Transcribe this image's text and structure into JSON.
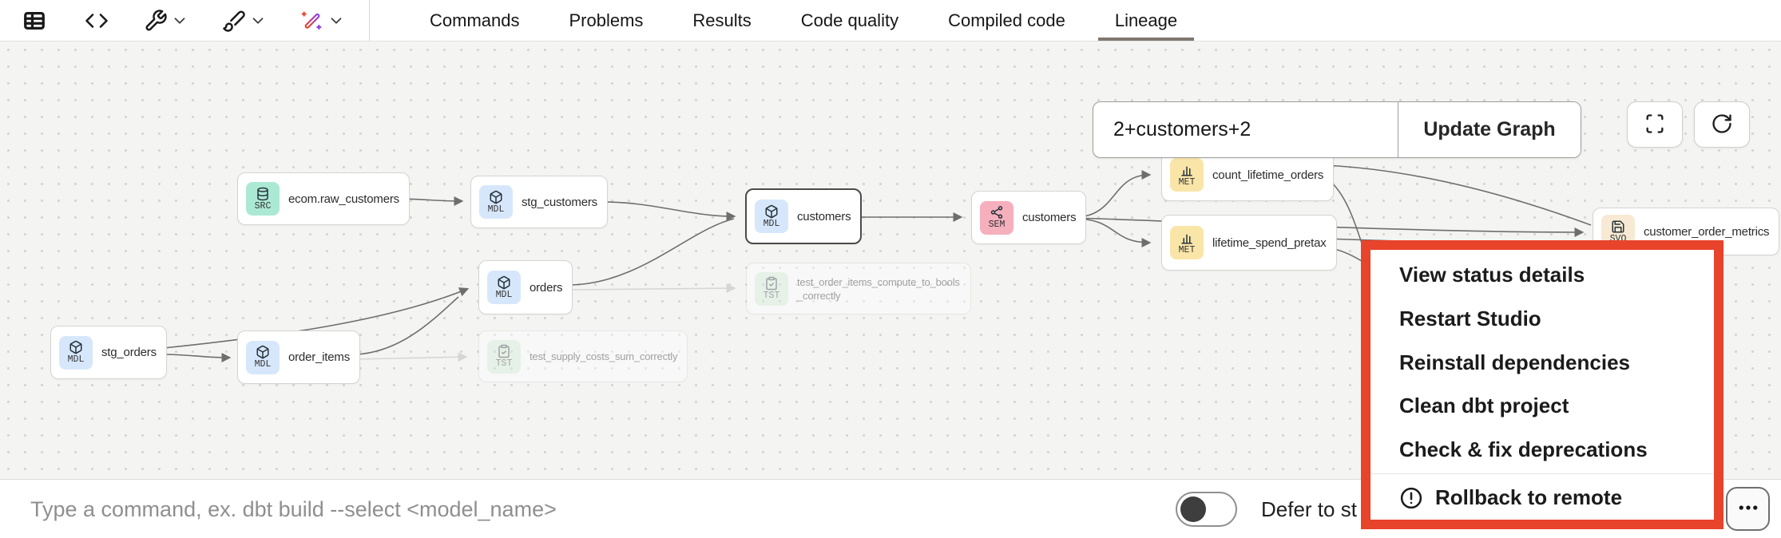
{
  "toolbar": {
    "icons": [
      "table-icon",
      "code-icon",
      "wrench-icon",
      "clean-icon",
      "magic-wand-icon",
      "chevron-down-icon"
    ],
    "tabs": [
      {
        "label": "Commands",
        "active": false
      },
      {
        "label": "Problems",
        "active": false
      },
      {
        "label": "Results",
        "active": false
      },
      {
        "label": "Code quality",
        "active": false
      },
      {
        "label": "Compiled code",
        "active": false
      },
      {
        "label": "Lineage",
        "active": true
      }
    ]
  },
  "lineage": {
    "filter_value": "2+customers+2",
    "update_button_label": "Update Graph",
    "control_icons": [
      "fullscreen-icon",
      "refresh-icon"
    ],
    "nodes": [
      {
        "id": "ecom-raw-customers",
        "badge": "SRC",
        "type": "source",
        "label": "ecom.raw_customers"
      },
      {
        "id": "stg-customers",
        "badge": "MDL",
        "type": "model",
        "label": "stg_customers"
      },
      {
        "id": "customers-model",
        "badge": "MDL",
        "type": "model",
        "label": "customers",
        "selected": true
      },
      {
        "id": "customers-semantic",
        "badge": "SEM",
        "type": "semantic",
        "label": "customers"
      },
      {
        "id": "count-lifetime-orders",
        "badge": "MET",
        "type": "metric",
        "label": "count_lifetime_orders"
      },
      {
        "id": "lifetime-spend-pretax",
        "badge": "MET",
        "type": "metric",
        "label": "lifetime_spend_pretax"
      },
      {
        "id": "customer-order-metrics",
        "badge": "SVQ",
        "type": "saved-query",
        "label": "customer_order_metrics"
      },
      {
        "id": "test-order-items",
        "badge": "TST",
        "type": "test",
        "label": "test_order_items_compute_to_bools\n_correctly",
        "faded": true
      },
      {
        "id": "test-supply-costs",
        "badge": "TST",
        "type": "test",
        "label": "test_supply_costs_sum_correctly",
        "faded": true
      },
      {
        "id": "orders",
        "badge": "MDL",
        "type": "model",
        "label": "orders"
      },
      {
        "id": "stg-orders",
        "badge": "MDL",
        "type": "model",
        "label": "stg_orders"
      },
      {
        "id": "order-items",
        "badge": "MDL",
        "type": "model",
        "label": "order_items"
      }
    ]
  },
  "context_menu": {
    "items": [
      {
        "label": "View status details"
      },
      {
        "label": "Restart Studio"
      },
      {
        "label": "Reinstall dependencies"
      },
      {
        "label": "Clean dbt project"
      },
      {
        "label": "Check & fix deprecations"
      },
      {
        "label": "Rollback to remote",
        "icon": "alert-circle-icon",
        "divider_before": true
      }
    ],
    "highlight_color": "#e8432b"
  },
  "bottom_bar": {
    "command_placeholder": "Type a command, ex. dbt build --select <model_name>",
    "defer_label": "Defer to st",
    "toggle_state": "off",
    "more_icon": "ellipsis-icon"
  },
  "colors": {
    "badge_src_bg": "#ace9d5",
    "badge_mdl_bg": "#d7e7fb",
    "badge_sem_bg": "#f5afbd",
    "badge_met_bg": "#fae5a8",
    "badge_svq_bg": "#f7e9d3",
    "badge_tst_bg": "#d5efd9",
    "selection_border": "#4b4b4b",
    "canvas_bg": "#f4f4f3",
    "wand_gradient_start": "#e8432b",
    "wand_gradient_end": "#8b3fe8"
  }
}
